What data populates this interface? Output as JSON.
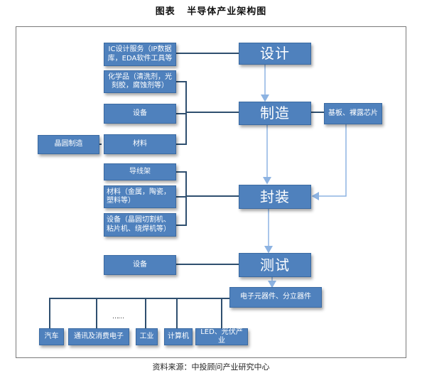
{
  "title": "图表   半导体产业架构图",
  "source": "资料来源：中投顾问产业研究中心",
  "colors": {
    "box_fill": "#4f81bd",
    "box_border": "#3a6aa2",
    "line": "#2f4f6f",
    "arrow": "#8db3e2"
  },
  "main_stages": {
    "design": "设计",
    "manufacture": "制造",
    "package": "封装",
    "test": "测试"
  },
  "design_inputs": {
    "ic_service": "IC设计服务（IP数据库，EDA软件工具等"
  },
  "manufacture_inputs": {
    "chemicals": "化学品（清洗剂，光刻胶，腐蚀剂等）",
    "equipment": "设备",
    "materials": "材料"
  },
  "wafer_manufacturing": "晶圆制造",
  "substrate_chip": "基板、裸露芯片",
  "package_inputs": {
    "lead_frame": "导线架",
    "materials": "材料（金属，陶瓷，塑料等）",
    "equipment": "设备（晶圆切割机、粘片机、绕焊机等）"
  },
  "test_inputs": {
    "equipment": "设备"
  },
  "output": "电子元器件、分立器件",
  "ellipsis": "……",
  "applications": [
    "汽车",
    "通讯及消费电子",
    "工业",
    "计算机",
    "LED、光伏产业"
  ]
}
